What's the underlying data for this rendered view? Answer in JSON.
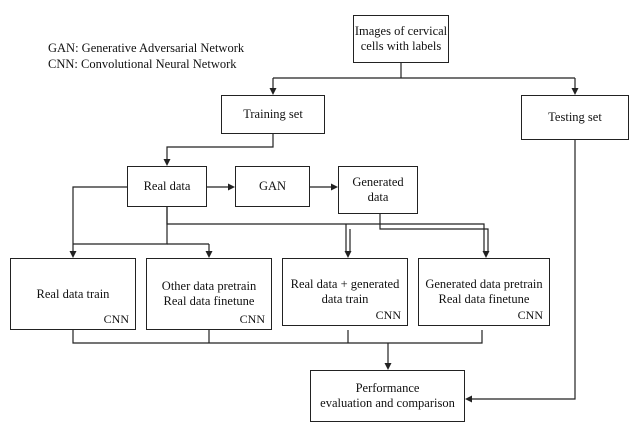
{
  "legend": {
    "gan": "GAN:  Generative Adversarial Network",
    "cnn": "CNN: Convolutional Neural Network"
  },
  "nodes": {
    "images": "Images of cervical\ncells with labels",
    "training_set": "Training set",
    "testing_set": "Testing set",
    "real_data": "Real data",
    "gan": "GAN",
    "generated_data": "Generated\ndata",
    "real_data_train": "Real data train",
    "other_pretrain": "Other data pretrain\nReal data finetune",
    "real_plus_generated": "Real data + generated\ndata train",
    "generated_pretrain": "Generated data pretrain\nReal data finetune",
    "performance": "Performance\nevaluation and comparison"
  },
  "cnn_tag": "CNN"
}
